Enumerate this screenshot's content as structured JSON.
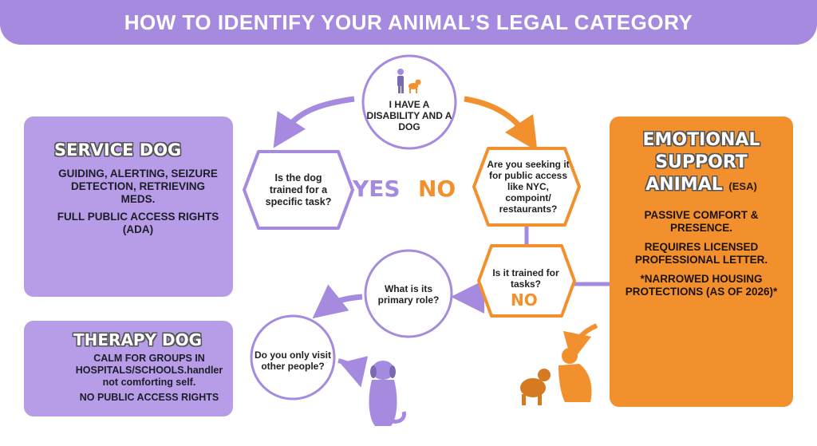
{
  "header": {
    "title": "HOW TO IDENTIFY YOUR ANIMAL’S LEGAL CATEGORY"
  },
  "start": {
    "text": "I HAVE A DISABILITY AND A DOG"
  },
  "questions": {
    "trained_task": "Is the dog trained for a specific task?",
    "public_access": "Are you seeking it for public access like NYC, compoint/ restaurants?",
    "trained_for_tasks": "Is it trained for tasks?",
    "primary_role": "What is its primary role?",
    "visit_others": "Do you only visit other people?"
  },
  "labels": {
    "yes": "YES",
    "no": "NO",
    "no_small": "NO"
  },
  "service_dog": {
    "title": "SERVICE DOG",
    "duties": "GUIDING, ALERTING, SEIZURE DETECTION, RETRIEVING MEDS.",
    "rights": "FULL PUBLIC ACCESS RIGHTS (ADA)"
  },
  "therapy_dog": {
    "title": "THERAPY DOG",
    "duties": "CALM FOR GROUPS IN HOSPITALS/SCHOOLS.handler not comforting self.",
    "rights": "NO PUBLIC ACCESS RIGHTS"
  },
  "esa": {
    "title": "EMOTIONAL SUPPORT ANIMAL",
    "abbr": "(ESA)",
    "comfort": "PASSIVE COMFORT & PRESENCE.",
    "letter": "REQUIRES LICENSED PROFESSIONAL LETTER.",
    "housing": "*NARROWED HOUSING PROTECTIONS (AS OF 2026)*"
  },
  "colors": {
    "purple": "#a58ae0",
    "purple_light": "#b79de8",
    "orange": "#f2902e"
  },
  "icons": [
    "person-with-dog-icon",
    "guide-dog-icon",
    "medicine-bottle-icon",
    "seated-dog-icon",
    "person-hugging-dog-icon",
    "hands-icon"
  ]
}
